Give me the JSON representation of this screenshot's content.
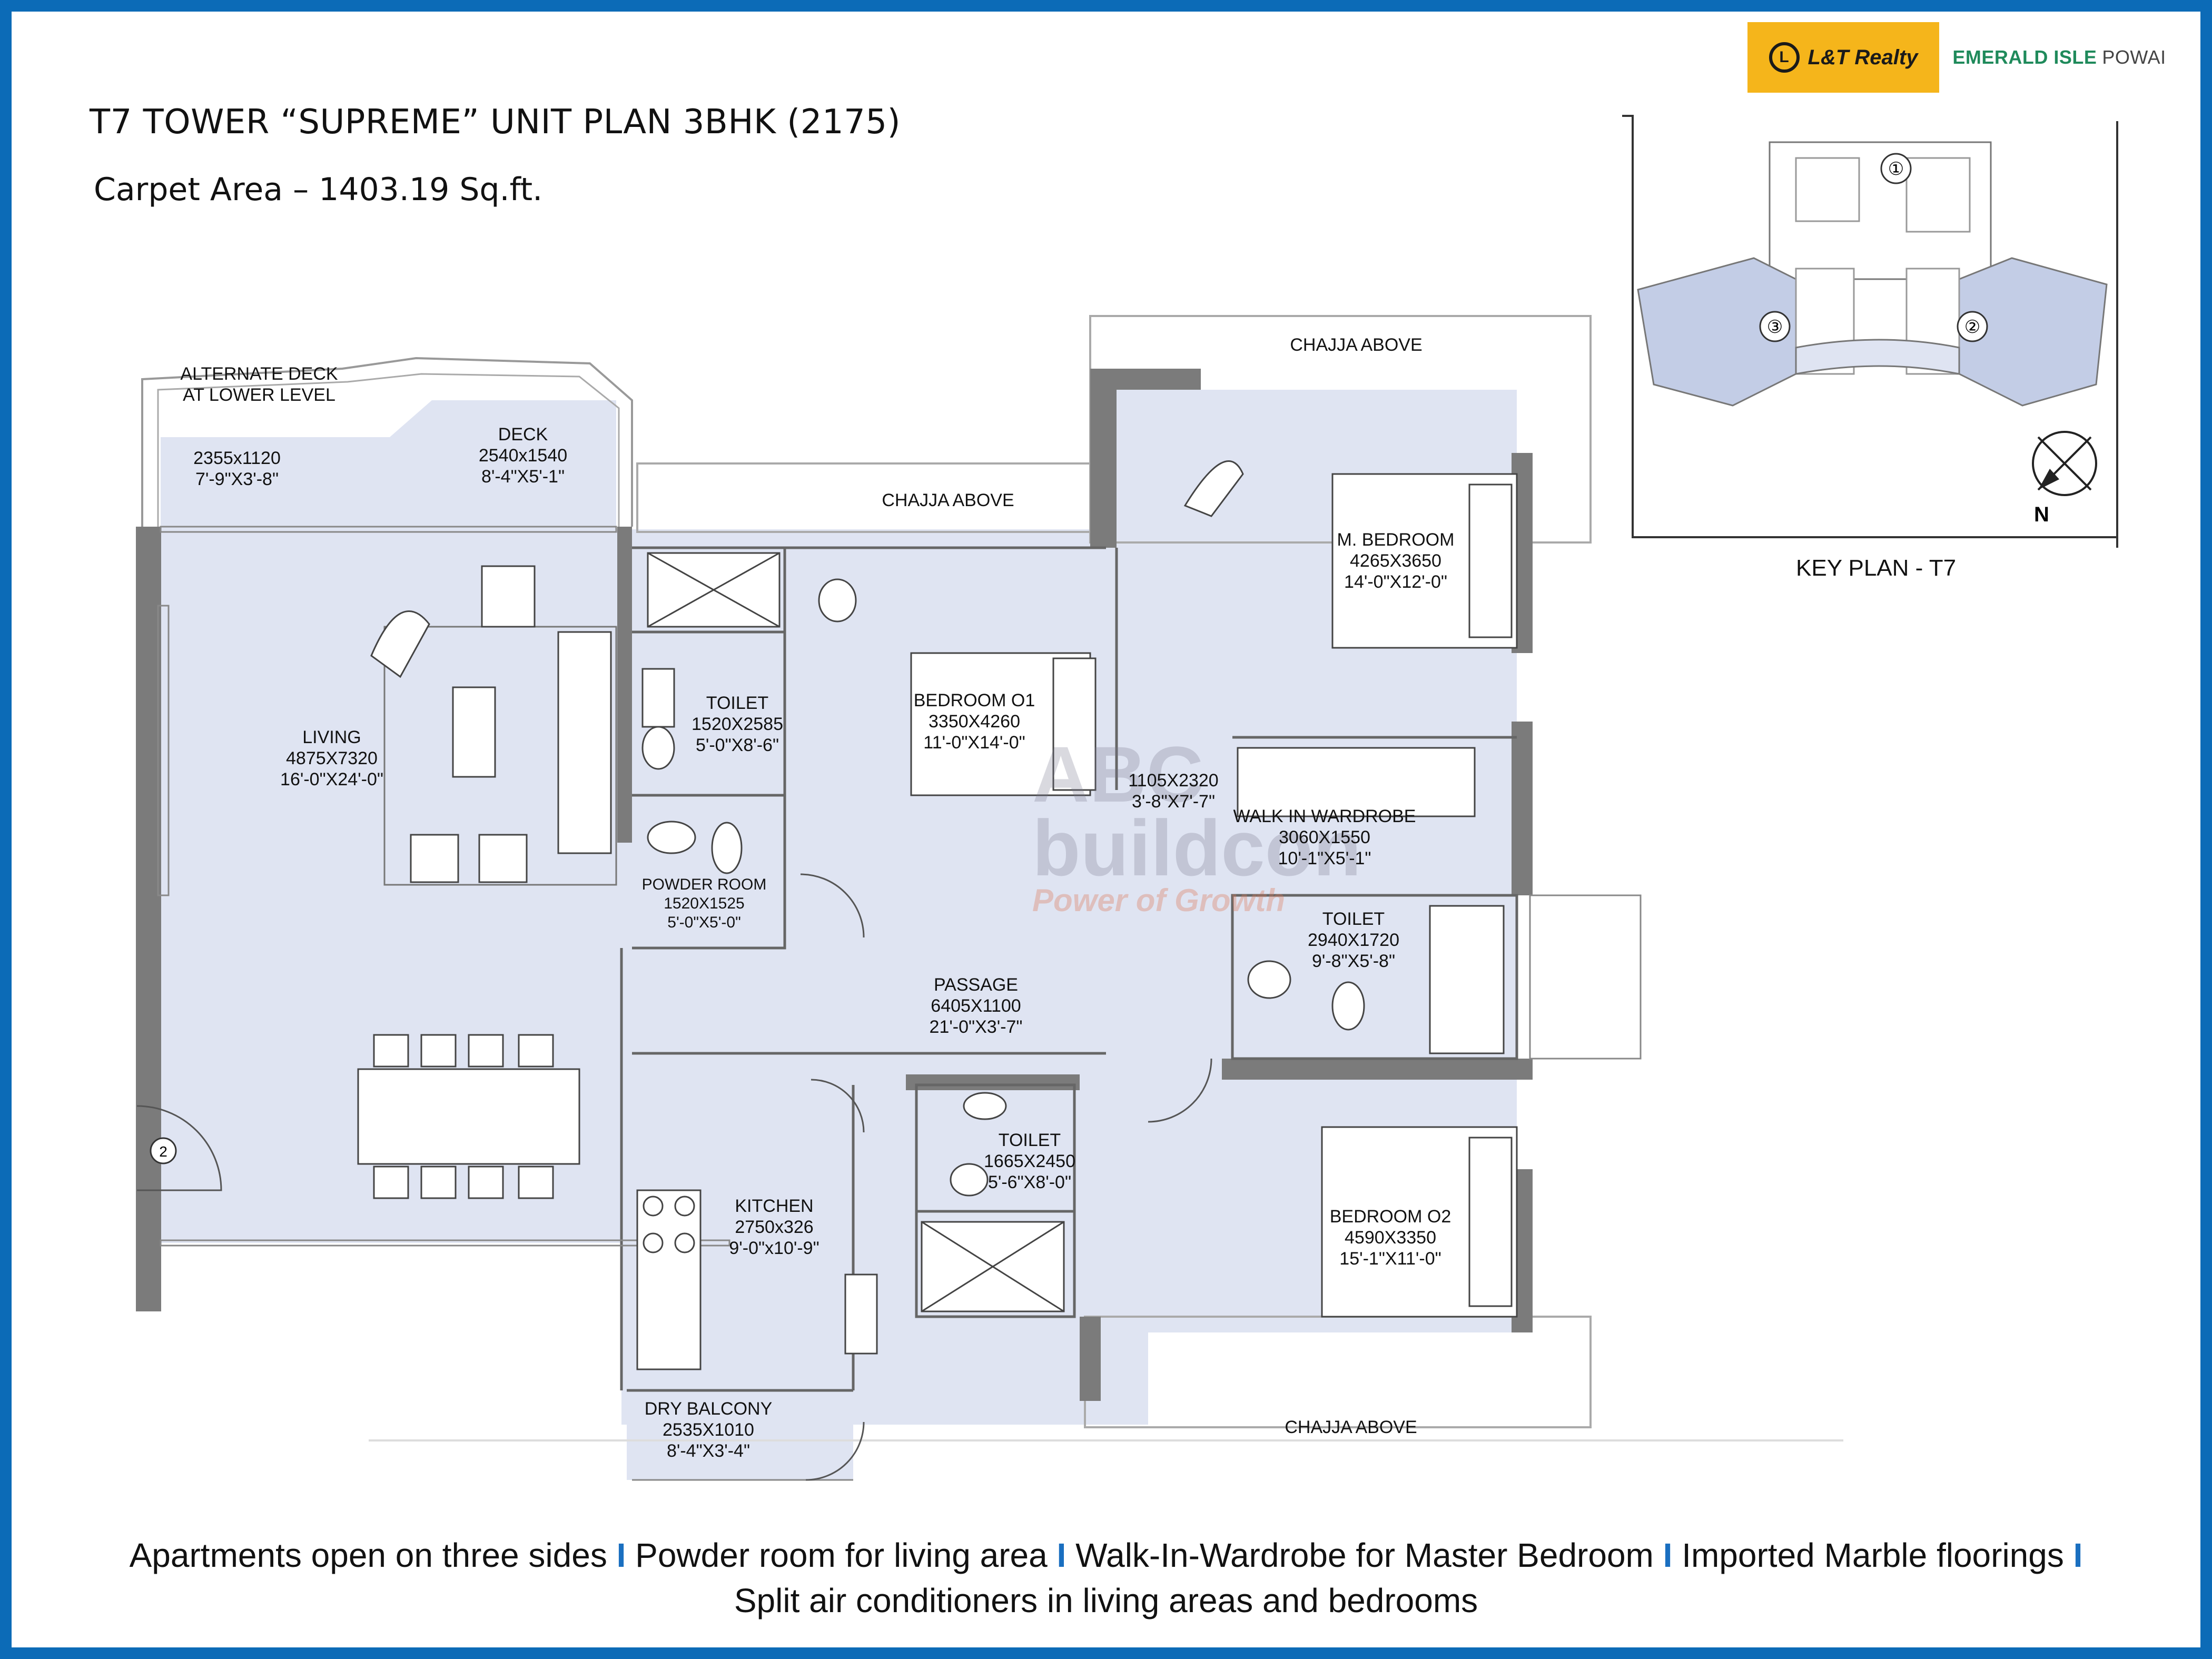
{
  "header": {
    "title": "T7 TOWER “SUPREME” UNIT PLAN 3BHK (2175)",
    "carpet_area": "Carpet Area – 1403.19 Sq.ft."
  },
  "branding": {
    "lt_name": "L&T Realty",
    "project_name": "EMERALD ISLE",
    "project_location": "POWAI",
    "lt_color": "#f5b51b",
    "project_color": "#1f8a5b"
  },
  "key_plan": {
    "label": "KEY PLAN - T7",
    "units": [
      "①",
      "②",
      "③"
    ],
    "north": "N"
  },
  "rooms": {
    "alt_deck": {
      "name": "ALTERNATE DECK AT LOWER LEVEL",
      "mm": "2355x1120",
      "ft": "7'-9\"X3'-8\""
    },
    "deck": {
      "name": "DECK",
      "mm": "2540x1540",
      "ft": "8'-4\"X5'-1\""
    },
    "chajja_top_mid": "CHAJJA ABOVE",
    "chajja_top_right": "CHAJJA ABOVE",
    "chajja_bottom": "CHAJJA ABOVE",
    "living": {
      "name": "LIVING",
      "mm": "4875X7320",
      "ft": "16'-0\"X24'-0\""
    },
    "toilet_1": {
      "name": "TOILET",
      "mm": "1520X2585",
      "ft": "5'-0\"X8'-6\""
    },
    "powder": {
      "name": "POWDER ROOM",
      "mm": "1520X1525",
      "ft": "5'-0\"X5'-0\""
    },
    "bedroom_01": {
      "name": "BEDROOM O1",
      "mm": "3350X4260",
      "ft": "11'-0\"X14'-0\""
    },
    "m_bedroom": {
      "name": "M. BEDROOM",
      "mm": "4265X3650",
      "ft": "14'-0\"X12'-0\""
    },
    "wardrobe_niche": {
      "mm": "1105X2320",
      "ft": "3'-8\"X7'-7\""
    },
    "walk_in": {
      "name": "WALK IN WARDROBE",
      "mm": "3060X1550",
      "ft": "10'-1\"X5'-1\""
    },
    "toilet_m": {
      "name": "TOILET",
      "mm": "2940X1720",
      "ft": "9'-8\"X5'-8\""
    },
    "passage": {
      "name": "PASSAGE",
      "mm": "6405X1100",
      "ft": "21'-0\"X3'-7\""
    },
    "kitchen": {
      "name": "KITCHEN",
      "mm": "2750x326",
      "ft": "9'-0\"x10'-9\""
    },
    "toilet_3": {
      "name": "TOILET",
      "mm": "1665X2450",
      "ft": "5'-6\"X8'-0\""
    },
    "bedroom_02": {
      "name": "BEDROOM O2",
      "mm": "4590X3350",
      "ft": "15'-1\"X11'-0\""
    },
    "dry_balcony": {
      "name": "DRY BALCONY",
      "mm": "2535X1010",
      "ft": "8'-4\"X3'-4\""
    },
    "entry_marker": "2"
  },
  "watermark": {
    "line1": "ABC",
    "line2": "buildcon",
    "tagline": "Power of Growth"
  },
  "footer": {
    "f1": "Apartments open on three sides",
    "f2": "Powder room for living area",
    "f3": "Walk-In-Wardrobe for Master Bedroom",
    "f4": "Imported Marble floorings",
    "f5": "Split air conditioners in living areas and bedrooms",
    "sep": "I"
  },
  "colors": {
    "border": "#0c6bb7",
    "floor": "#dfe4f2",
    "wall": "#7b7b7b"
  }
}
